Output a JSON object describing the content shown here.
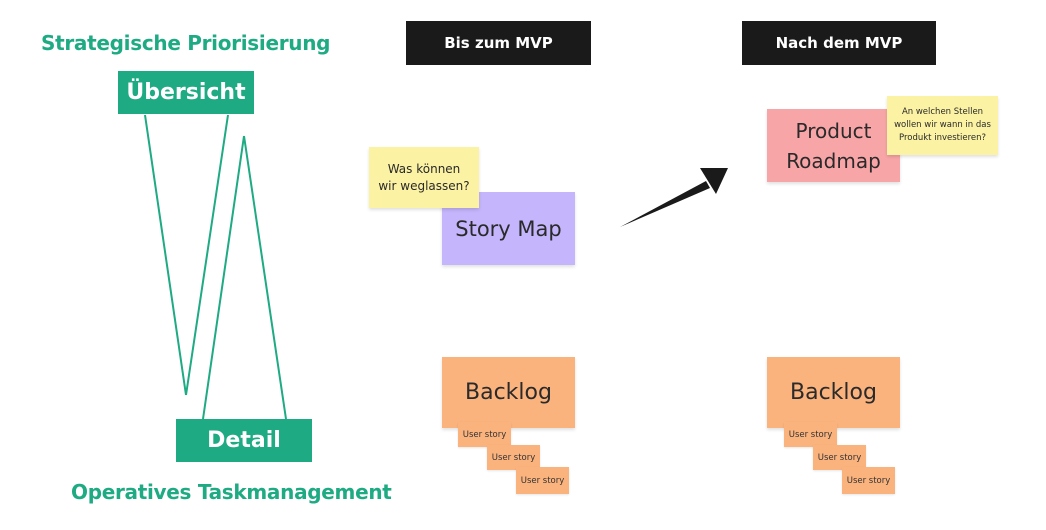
{
  "left_panel": {
    "top_label": "Strategische Priorisierung",
    "top_box": "Übersicht",
    "bottom_box": "Detail",
    "bottom_label": "Operatives Taskmanagement",
    "accent_color": "#1eaa82"
  },
  "columns": [
    {
      "header": "Bis zum MVP",
      "main_note": "Story Map",
      "question_note": [
        "Was können",
        "wir weglassen?"
      ],
      "backlog": {
        "label": "Backlog",
        "stories": [
          "User story",
          "User story",
          "User story"
        ]
      }
    },
    {
      "header": "Nach dem MVP",
      "main_note": [
        "Product",
        "Roadmap"
      ],
      "question_note": [
        "An welchen Stellen",
        "wollen wir wann in das",
        "Produkt investieren?"
      ],
      "backlog": {
        "label": "Backlog",
        "stories": [
          "User story",
          "User story",
          "User story"
        ]
      }
    }
  ],
  "colors": {
    "header_bg": "#1a1a1a",
    "yellow_note": "#fbf2a3",
    "purple_note": "#c4b5fc",
    "pink_note": "#f8a5a8",
    "orange_note": "#fbb37e"
  }
}
